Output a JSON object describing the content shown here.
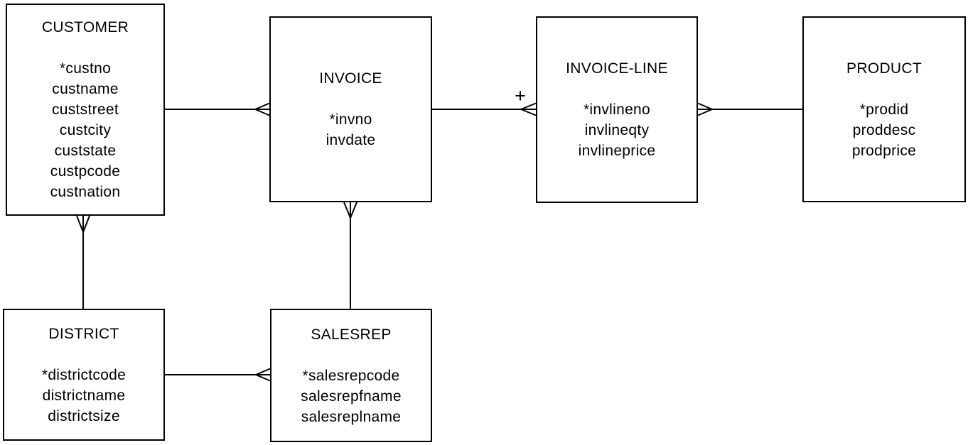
{
  "diagram": {
    "type": "entity-relationship-diagram",
    "colors": {
      "line": "#000000",
      "background": "#ffffff",
      "box_fill": "#ffffff"
    },
    "annotations": {
      "mandatory_plus": "+"
    },
    "entities": {
      "customer": {
        "title": "CUSTOMER",
        "attrs": [
          "*custno",
          "custname",
          "custstreet",
          "custcity",
          "custstate",
          "custpcode",
          "custnation"
        ]
      },
      "invoice": {
        "title": "INVOICE",
        "attrs": [
          "*invno",
          "invdate"
        ]
      },
      "invoice_line": {
        "title": "INVOICE-LINE",
        "attrs": [
          "*invlineno",
          "invlineqty",
          "invlineprice"
        ]
      },
      "product": {
        "title": "PRODUCT",
        "attrs": [
          "*prodid",
          "proddesc",
          "prodprice"
        ]
      },
      "district": {
        "title": "DISTRICT",
        "attrs": [
          "*districtcode",
          "districtname",
          "districtsize"
        ]
      },
      "salesrep": {
        "title": "SALESREP",
        "attrs": [
          "*salesrepcode",
          "salesrepfname",
          "salesreplname"
        ]
      }
    },
    "relationships": [
      {
        "from": "CUSTOMER",
        "to": "INVOICE",
        "many_end": "INVOICE"
      },
      {
        "from": "INVOICE",
        "to": "INVOICE-LINE",
        "many_end": "INVOICE-LINE",
        "annotation": "+"
      },
      {
        "from": "PRODUCT",
        "to": "INVOICE-LINE",
        "many_end": "INVOICE-LINE"
      },
      {
        "from": "DISTRICT",
        "to": "CUSTOMER",
        "many_end": "CUSTOMER"
      },
      {
        "from": "SALESREP",
        "to": "INVOICE",
        "many_end": "INVOICE"
      },
      {
        "from": "DISTRICT",
        "to": "SALESREP",
        "many_end": "SALESREP"
      }
    ]
  }
}
